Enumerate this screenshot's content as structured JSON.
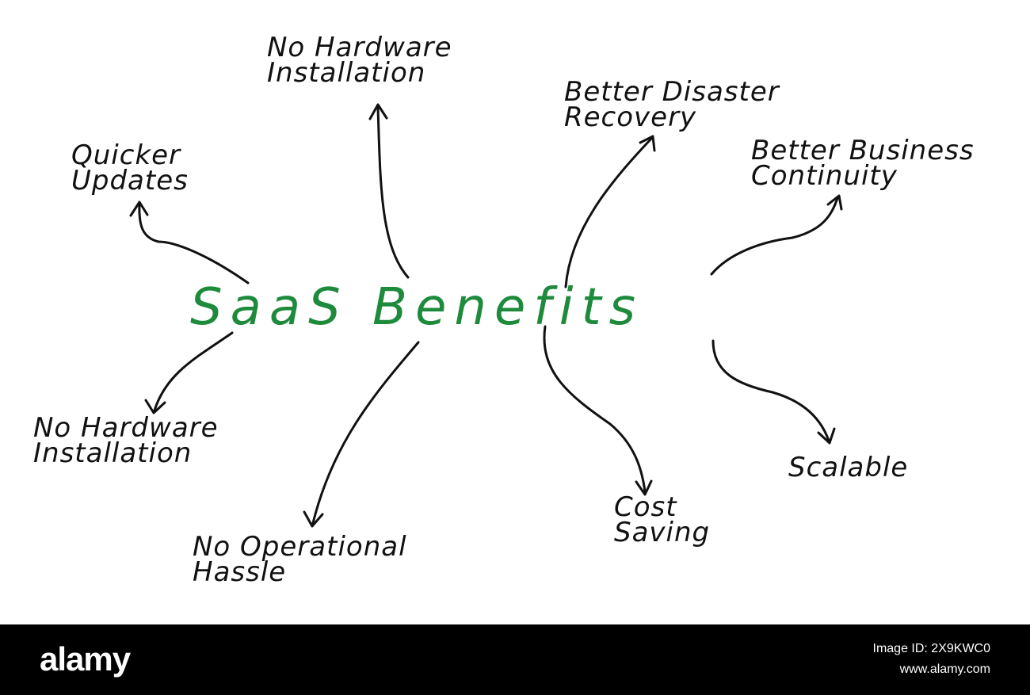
{
  "title": {
    "text": "SaaS Benefits",
    "color": "#1e8a3c"
  },
  "benefits": [
    {
      "lines": [
        "No Hardware",
        "Installation"
      ]
    },
    {
      "lines": [
        "Quicker",
        "Updates"
      ]
    },
    {
      "lines": [
        "No Hardware",
        "Installation"
      ]
    },
    {
      "lines": [
        "No Operational",
        "Hassle"
      ]
    },
    {
      "lines": [
        "Better Disaster",
        "Recovery"
      ]
    },
    {
      "lines": [
        "Better Business",
        "Continuity"
      ]
    },
    {
      "lines": [
        "Cost",
        "Saving"
      ]
    },
    {
      "lines": [
        "Scalable"
      ]
    }
  ],
  "arrow_color": "#111111",
  "footer": {
    "brand": "alamy",
    "image_id": "Image ID: 2X9KWC0",
    "site": "www.alamy.com"
  }
}
